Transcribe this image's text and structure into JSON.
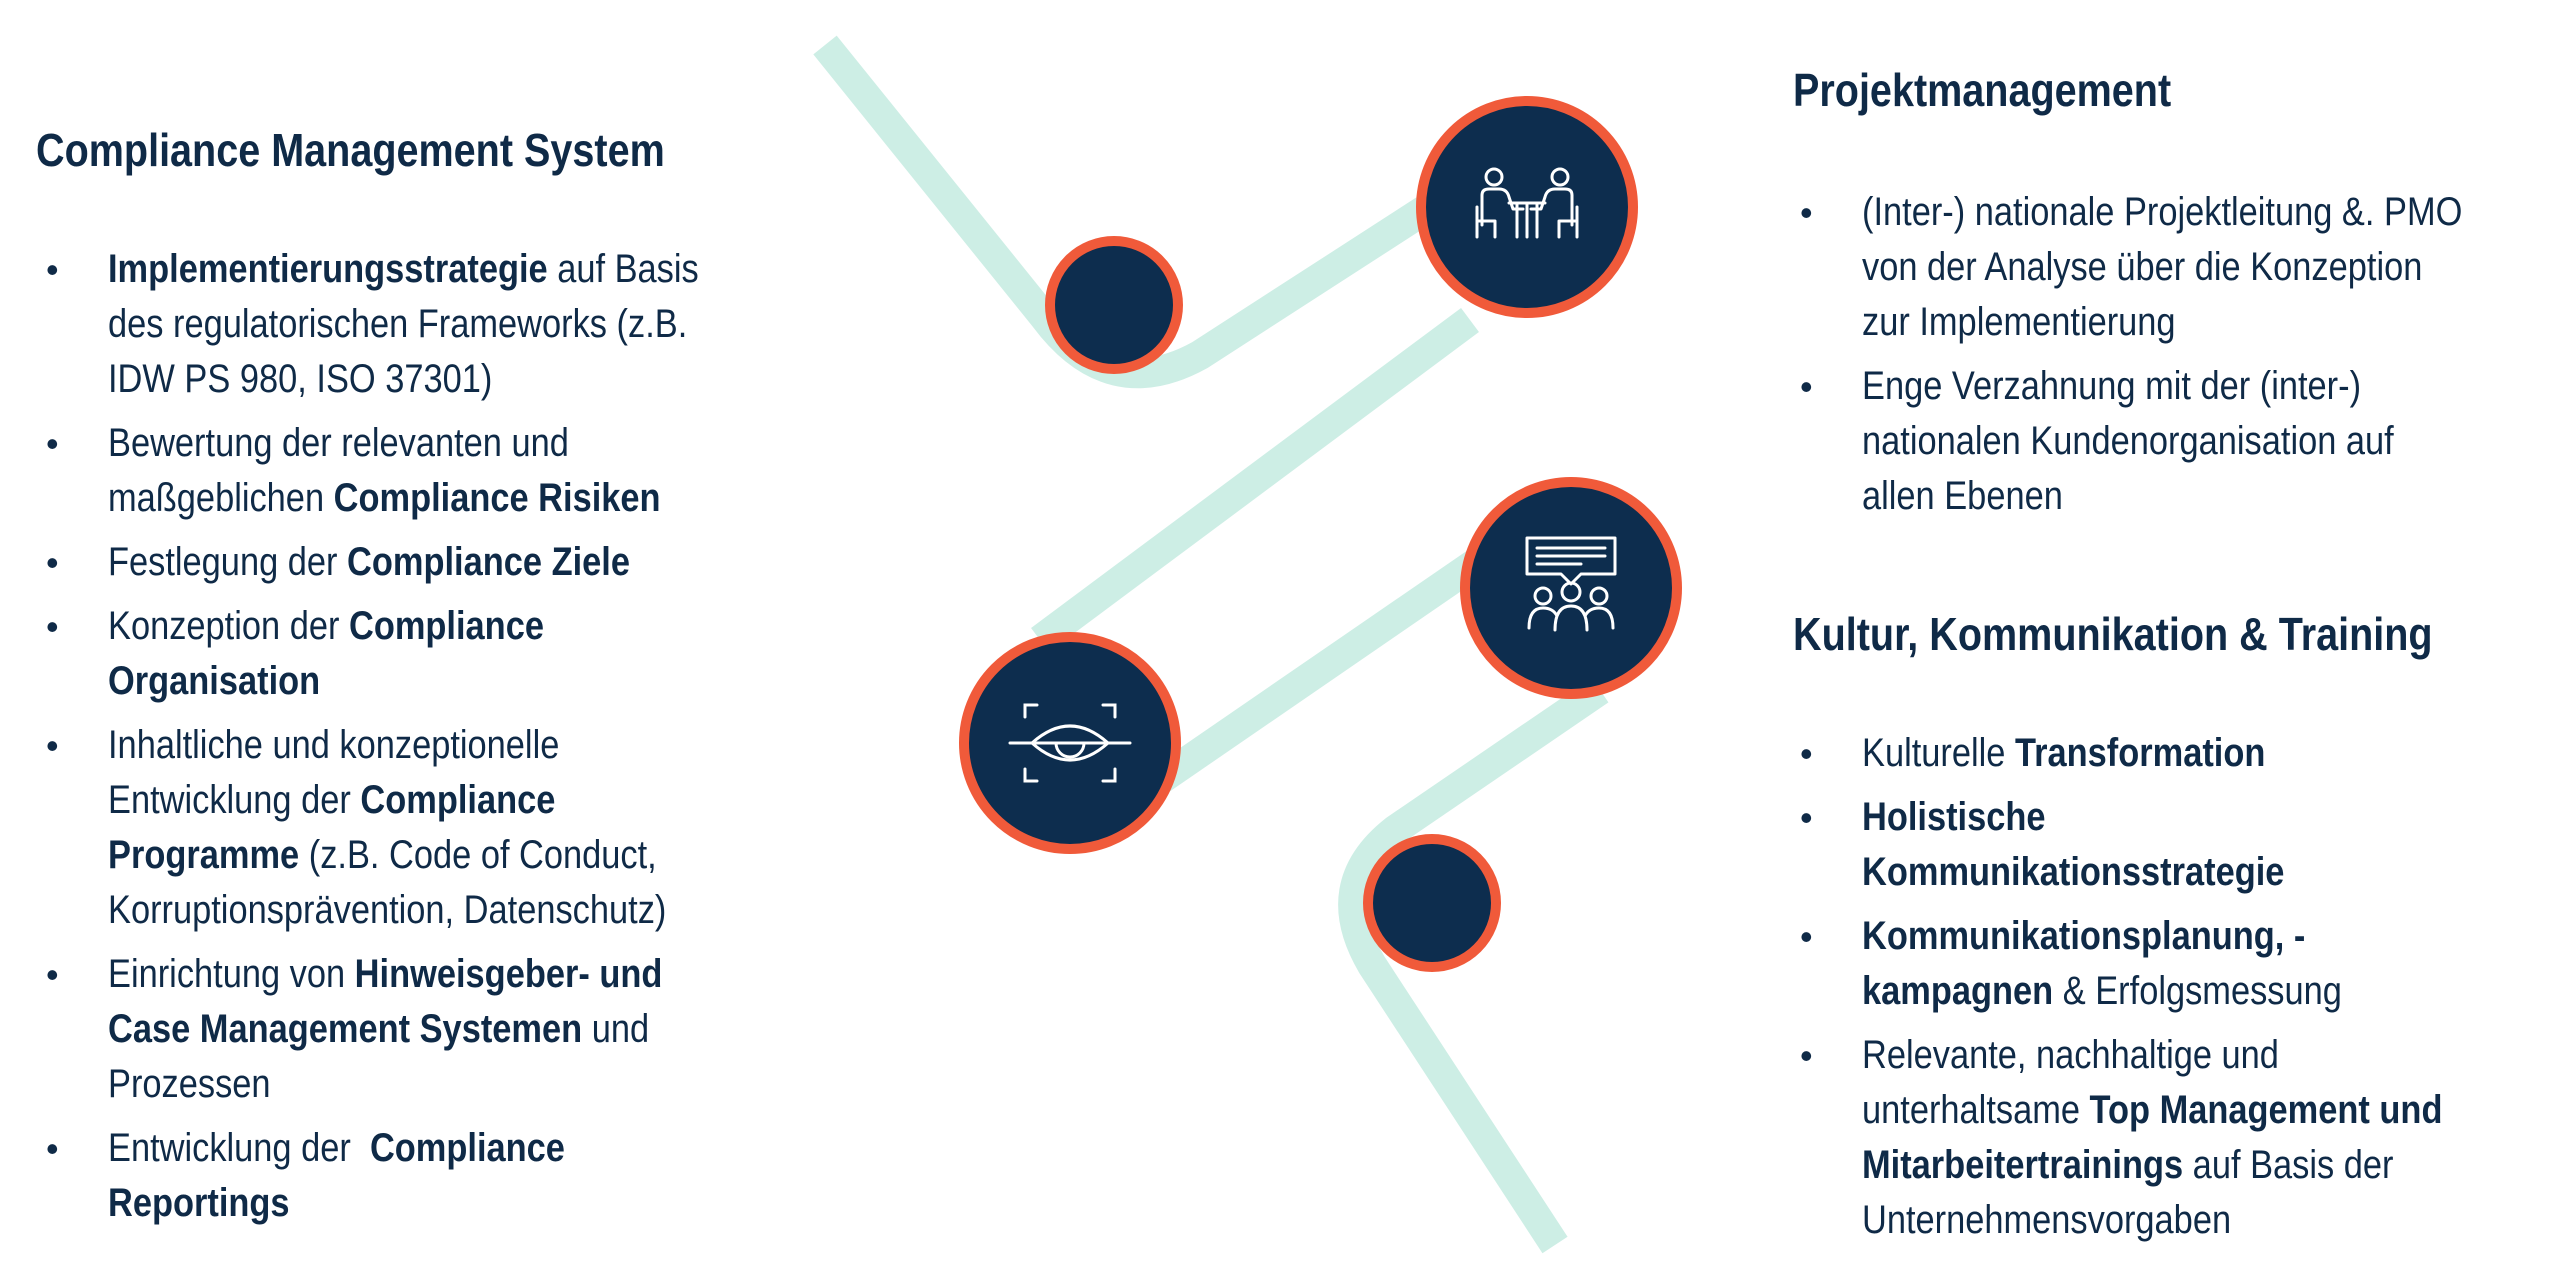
{
  "colors": {
    "navy": "#0d2d4e",
    "orange": "#f05a3a",
    "mint": "#cdeee5",
    "text": "#0f2a47"
  },
  "left": {
    "title": "Compliance Management System",
    "items": [
      {
        "lines": [
          [
            {
              "t": "Implementierungsstrategie",
              "b": true
            },
            {
              "t": " auf Basis",
              "b": false
            }
          ],
          [
            {
              "t": "des regulatorischen Frameworks (z.B.",
              "b": false
            }
          ],
          [
            {
              "t": "IDW PS 980, ISO 37301)",
              "b": false
            }
          ]
        ]
      },
      {
        "lines": [
          [
            {
              "t": "Bewertung der relevanten und",
              "b": false
            }
          ],
          [
            {
              "t": "maßgeblichen ",
              "b": false
            },
            {
              "t": "Compliance Risiken",
              "b": true
            }
          ]
        ]
      },
      {
        "lines": [
          [
            {
              "t": "Festlegung der ",
              "b": false
            },
            {
              "t": "Compliance Ziele",
              "b": true
            }
          ]
        ]
      },
      {
        "lines": [
          [
            {
              "t": "Konzeption der ",
              "b": false
            },
            {
              "t": "Compliance",
              "b": true
            }
          ],
          [
            {
              "t": "Organisation",
              "b": true
            }
          ]
        ]
      },
      {
        "lines": [
          [
            {
              "t": "Inhaltliche und konzeptionelle",
              "b": false
            }
          ],
          [
            {
              "t": "Entwicklung der ",
              "b": false
            },
            {
              "t": "Compliance",
              "b": true
            }
          ],
          [
            {
              "t": "Programme",
              "b": true
            },
            {
              "t": " (z.B. Code of Conduct,",
              "b": false
            }
          ],
          [
            {
              "t": "Korruptionsprävention, Datenschutz)",
              "b": false
            }
          ]
        ]
      },
      {
        "lines": [
          [
            {
              "t": "Einrichtung von ",
              "b": false
            },
            {
              "t": "Hinweisgeber- und",
              "b": true
            }
          ],
          [
            {
              "t": "Case Management Systemen",
              "b": true
            },
            {
              "t": " und",
              "b": false
            }
          ],
          [
            {
              "t": "Prozessen",
              "b": false
            }
          ]
        ]
      },
      {
        "lines": [
          [
            {
              "t": "Entwicklung der  ",
              "b": false
            },
            {
              "t": "Compliance",
              "b": true
            }
          ],
          [
            {
              "t": "Reportings",
              "b": true
            }
          ]
        ]
      }
    ]
  },
  "right_top": {
    "title": "Projektmanagement",
    "items": [
      {
        "lines": [
          [
            {
              "t": "(Inter-) nationale Projektleitung &. PMO",
              "b": false
            }
          ],
          [
            {
              "t": "von der Analyse über die Konzeption",
              "b": false
            }
          ],
          [
            {
              "t": "zur Implementierung",
              "b": false
            }
          ]
        ]
      },
      {
        "lines": [
          [
            {
              "t": "Enge Verzahnung mit der (inter-)",
              "b": false
            }
          ],
          [
            {
              "t": "nationalen Kundenorganisation auf",
              "b": false
            }
          ],
          [
            {
              "t": "allen Ebenen",
              "b": false
            }
          ]
        ]
      }
    ]
  },
  "right_bottom": {
    "title": "Kultur, Kommunikation & Training",
    "items": [
      {
        "lines": [
          [
            {
              "t": "Kulturelle ",
              "b": false
            },
            {
              "t": "Transformation",
              "b": true
            }
          ]
        ]
      },
      {
        "lines": [
          [
            {
              "t": "Holistische",
              "b": true
            }
          ],
          [
            {
              "t": "Kommunikationsstrategie",
              "b": true
            }
          ]
        ]
      },
      {
        "lines": [
          [
            {
              "t": "Kommunikationsplanung, -",
              "b": true
            }
          ],
          [
            {
              "t": "kampagnen",
              "b": true
            },
            {
              "t": " & Erfolgsmessung",
              "b": false
            }
          ]
        ]
      },
      {
        "lines": [
          [
            {
              "t": "Relevante, nachhaltige und",
              "b": false
            }
          ],
          [
            {
              "t": "unterhaltsame ",
              "b": false
            },
            {
              "t": "Top Management und",
              "b": true
            }
          ],
          [
            {
              "t": "Mitarbeitertrainings",
              "b": true
            },
            {
              "t": " auf Basis der",
              "b": false
            }
          ],
          [
            {
              "t": "Unternehmensvorgaben",
              "b": false
            }
          ]
        ]
      }
    ]
  },
  "bullet": "•",
  "icons": [
    "meeting-icon",
    "eye-scan-icon",
    "chat-audience-icon"
  ]
}
